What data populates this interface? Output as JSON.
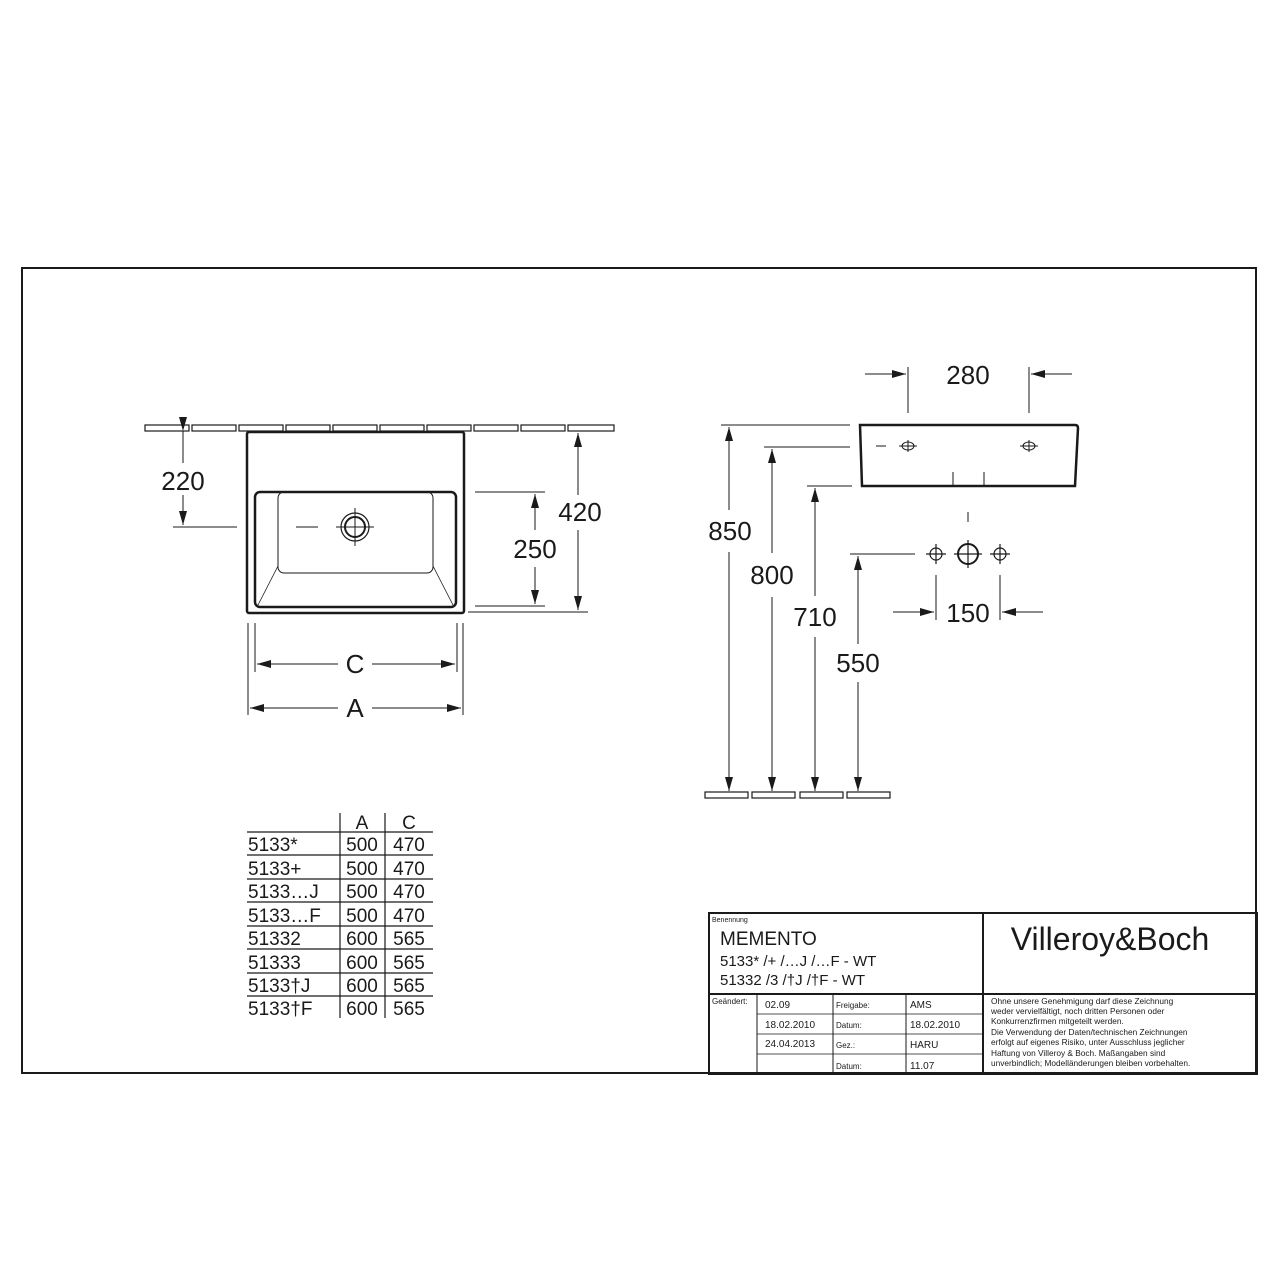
{
  "drawing": {
    "top_view": {
      "dims": {
        "tap_from_wall": "220",
        "depth_total": "420",
        "bowl_depth": "250",
        "inner_width": "C",
        "outer_width": "A"
      }
    },
    "side_view": {
      "dims": {
        "holes_spacing": "280",
        "height_top": "850",
        "height_rim": "800",
        "height_bottom": "710",
        "height_waste": "550",
        "waste_spacing": "150"
      }
    }
  },
  "variants_table": {
    "headers": [
      "",
      "A",
      "C"
    ],
    "rows": [
      [
        "5133*",
        "500",
        "470"
      ],
      [
        "5133+",
        "500",
        "470"
      ],
      [
        "5133…J",
        "500",
        "470"
      ],
      [
        "5133…F",
        "500",
        "470"
      ],
      [
        "51332",
        "600",
        "565"
      ],
      [
        "51333",
        "600",
        "565"
      ],
      [
        "5133†J",
        "600",
        "565"
      ],
      [
        "5133†F",
        "600",
        "565"
      ]
    ]
  },
  "title_block": {
    "benennung_label": "Benennung",
    "product_name": "MEMENTO",
    "code_line_1": "5133* /+ /…J /…F - WT",
    "code_line_2": "51332 /3 /†J /†F - WT",
    "brand": "Villeroy&Boch",
    "geaendert_label": "Geändert:",
    "revisions": [
      "02.09",
      "18.02.2010",
      "24.04.2013",
      ""
    ],
    "meta_labels": [
      "Freigabe:",
      "Datum:",
      "Gez.:",
      "Datum:"
    ],
    "meta_values": [
      "AMS",
      "18.02.2010",
      "HARU",
      "11.07"
    ],
    "disclaimer": [
      "Ohne unsere Genehmigung darf diese Zeichnung",
      "weder vervielfältigt, noch dritten Personen oder",
      "Konkurrenzfirmen mitgeteilt werden.",
      "Die Verwendung der Daten/technischen Zeichnungen",
      "erfolgt auf eigenes Risiko, unter Ausschluss jeglicher",
      "Haftung von Villeroy & Boch. Maßangaben sind",
      "unverbindlich; Modelländerungen bleiben vorbehalten."
    ]
  }
}
